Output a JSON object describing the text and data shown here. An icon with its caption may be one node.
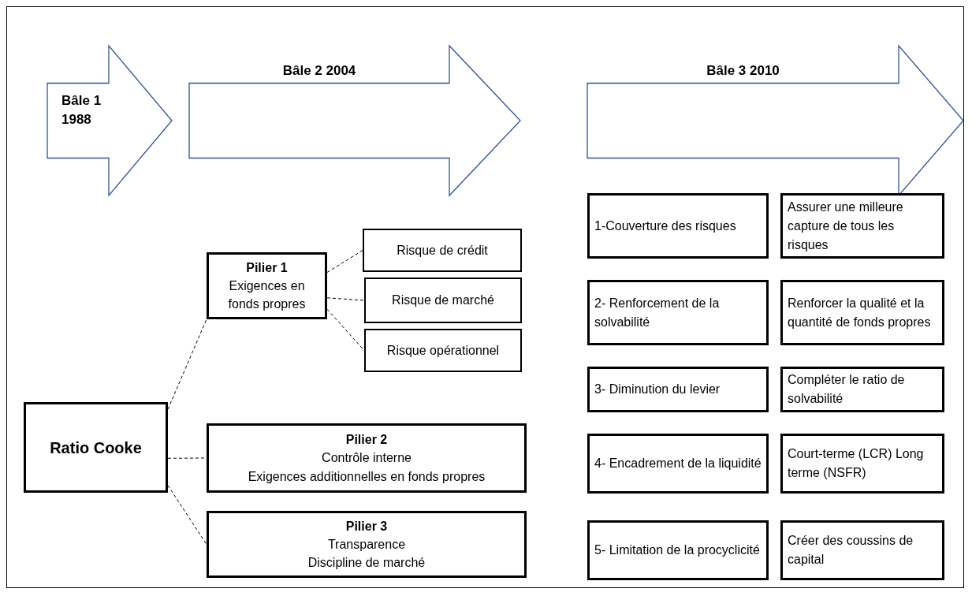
{
  "diagram": {
    "nodes": [
      {
        "text": [
          "Bâle 1 1988"
        ]
      },
      {
        "text": [
          "Bâle 2 2004"
        ]
      },
      {
        "text": [
          "Bâle 3 2010"
        ]
      },
      {
        "text": [
          "Ratio Cooke"
        ]
      },
      {
        "text": [
          "Pilier 1",
          "Exigences en fonds propres"
        ]
      },
      {
        "text": [
          "Risque de crédit"
        ]
      },
      {
        "text": [
          "Risque de marché"
        ]
      },
      {
        "text": [
          "Risque opérationnel"
        ]
      },
      {
        "text": [
          "Pilier 2",
          "Contrôle interne",
          "Exigences additionnelles en fonds propres"
        ]
      },
      {
        "text": [
          "Pilier 3",
          "Transparence",
          "Discipline de marché"
        ]
      },
      {
        "text": [
          "1-Couverture des risques"
        ]
      },
      {
        "text": [
          "Assurer une milleure capture de tous les risques"
        ]
      },
      {
        "text": [
          "2- Renforcement de la solvabilité"
        ]
      },
      {
        "text": [
          "Renforcer la qualité et la quantité de fonds propres"
        ]
      },
      {
        "text": [
          "3- Diminution du levier"
        ]
      },
      {
        "text": [
          "Compléter le ratio de solvabilité"
        ]
      },
      {
        "text": [
          "4- Encadrement de la liquidité"
        ]
      },
      {
        "text": [
          "Court-terme (LCR) Long terme (NSFR)"
        ]
      },
      {
        "text": [
          "5- Limitation de la procyclicité"
        ]
      },
      {
        "text": [
          "Créer des coussins de capital"
        ]
      }
    ],
    "edges": [
      {
        "from": 3,
        "to": 4,
        "arrow": "none",
        "style": "dashed"
      },
      {
        "from": 3,
        "to": 8,
        "arrow": "none",
        "style": "dashed"
      },
      {
        "from": 3,
        "to": 9,
        "arrow": "none",
        "style": "dashed"
      },
      {
        "from": 4,
        "to": 5,
        "arrow": "none",
        "style": "dashed"
      },
      {
        "from": 4,
        "to": 6,
        "arrow": "none",
        "style": "dashed"
      },
      {
        "from": 4,
        "to": 7,
        "arrow": "none",
        "style": "dashed"
      }
    ]
  }
}
